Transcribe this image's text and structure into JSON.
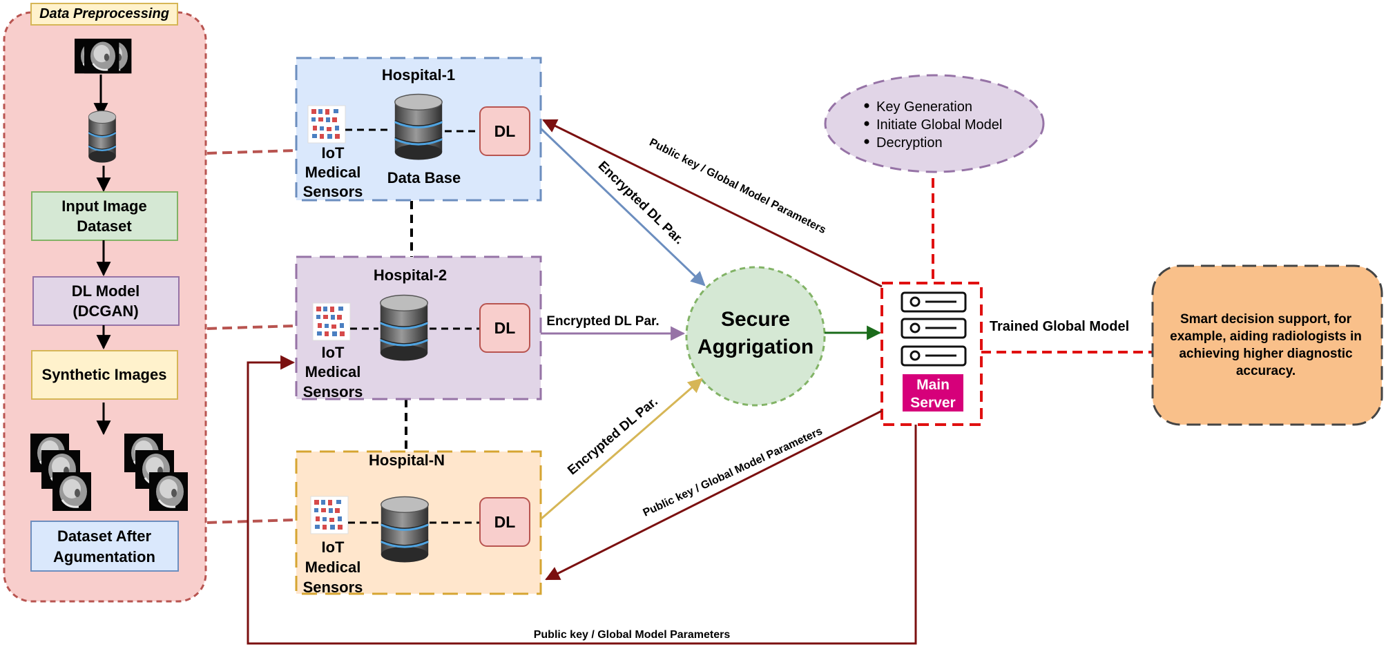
{
  "preprocessing": {
    "title": "Data Preprocessing",
    "steps": {
      "input": [
        "Input Image",
        "Dataset"
      ],
      "model": [
        "DL Model",
        "(DCGAN)"
      ],
      "synthetic": "Synthetic Images",
      "augmented": [
        "Dataset After",
        "Agumentation"
      ]
    }
  },
  "hospitals": [
    {
      "title": "Hospital-1",
      "sensor": [
        "IoT",
        "Medical",
        "Sensors"
      ],
      "db_label": "Data Base",
      "dl": "DL"
    },
    {
      "title": "Hospital-2",
      "sensor": [
        "IoT",
        "Medical",
        "Sensors"
      ],
      "db_label": "",
      "dl": "DL"
    },
    {
      "title": "Hospital-N",
      "sensor": [
        "IoT",
        "Medical",
        "Sensors"
      ],
      "db_label": "",
      "dl": "DL"
    }
  ],
  "aggregation": [
    "Secure",
    "Aggrigation"
  ],
  "edges": {
    "enc1": "Encrypted DL Par.",
    "enc2": "Encrypted DL Par.",
    "enc3": "Encrypted DL Par.",
    "pk1": "Public key / Global Model Parameters",
    "pk2": "Public key / Global Model Parameters",
    "pk3": "Public key / Global Model Parameters",
    "trained": "Trained Global Model"
  },
  "server": {
    "label": [
      "Main",
      "Server"
    ]
  },
  "key_gen": {
    "items": [
      "Key Generation",
      "Initiate Global Model",
      "Decryption"
    ]
  },
  "decision": {
    "text": [
      "Smart decision support, for",
      "example, aiding radiologists in",
      "achieving higher diagnostic",
      "accuracy."
    ]
  },
  "colors": {
    "pre_fill": "#f8cecc",
    "pre_border": "#b85450",
    "h1_fill": "#dae8fc",
    "h1_border": "#6c8ebf",
    "h2_fill": "#e1d5e7",
    "h2_border": "#9673a6",
    "hn_fill": "#ffe6cc",
    "hn_border": "#d6a532",
    "agg_fill": "#d5e8d4",
    "agg_border": "#82b366",
    "server_border": "#e01010",
    "server_label_bg": "#d6007a",
    "dark_red": "#7b1010",
    "decision_fill": "#f9c08a"
  }
}
